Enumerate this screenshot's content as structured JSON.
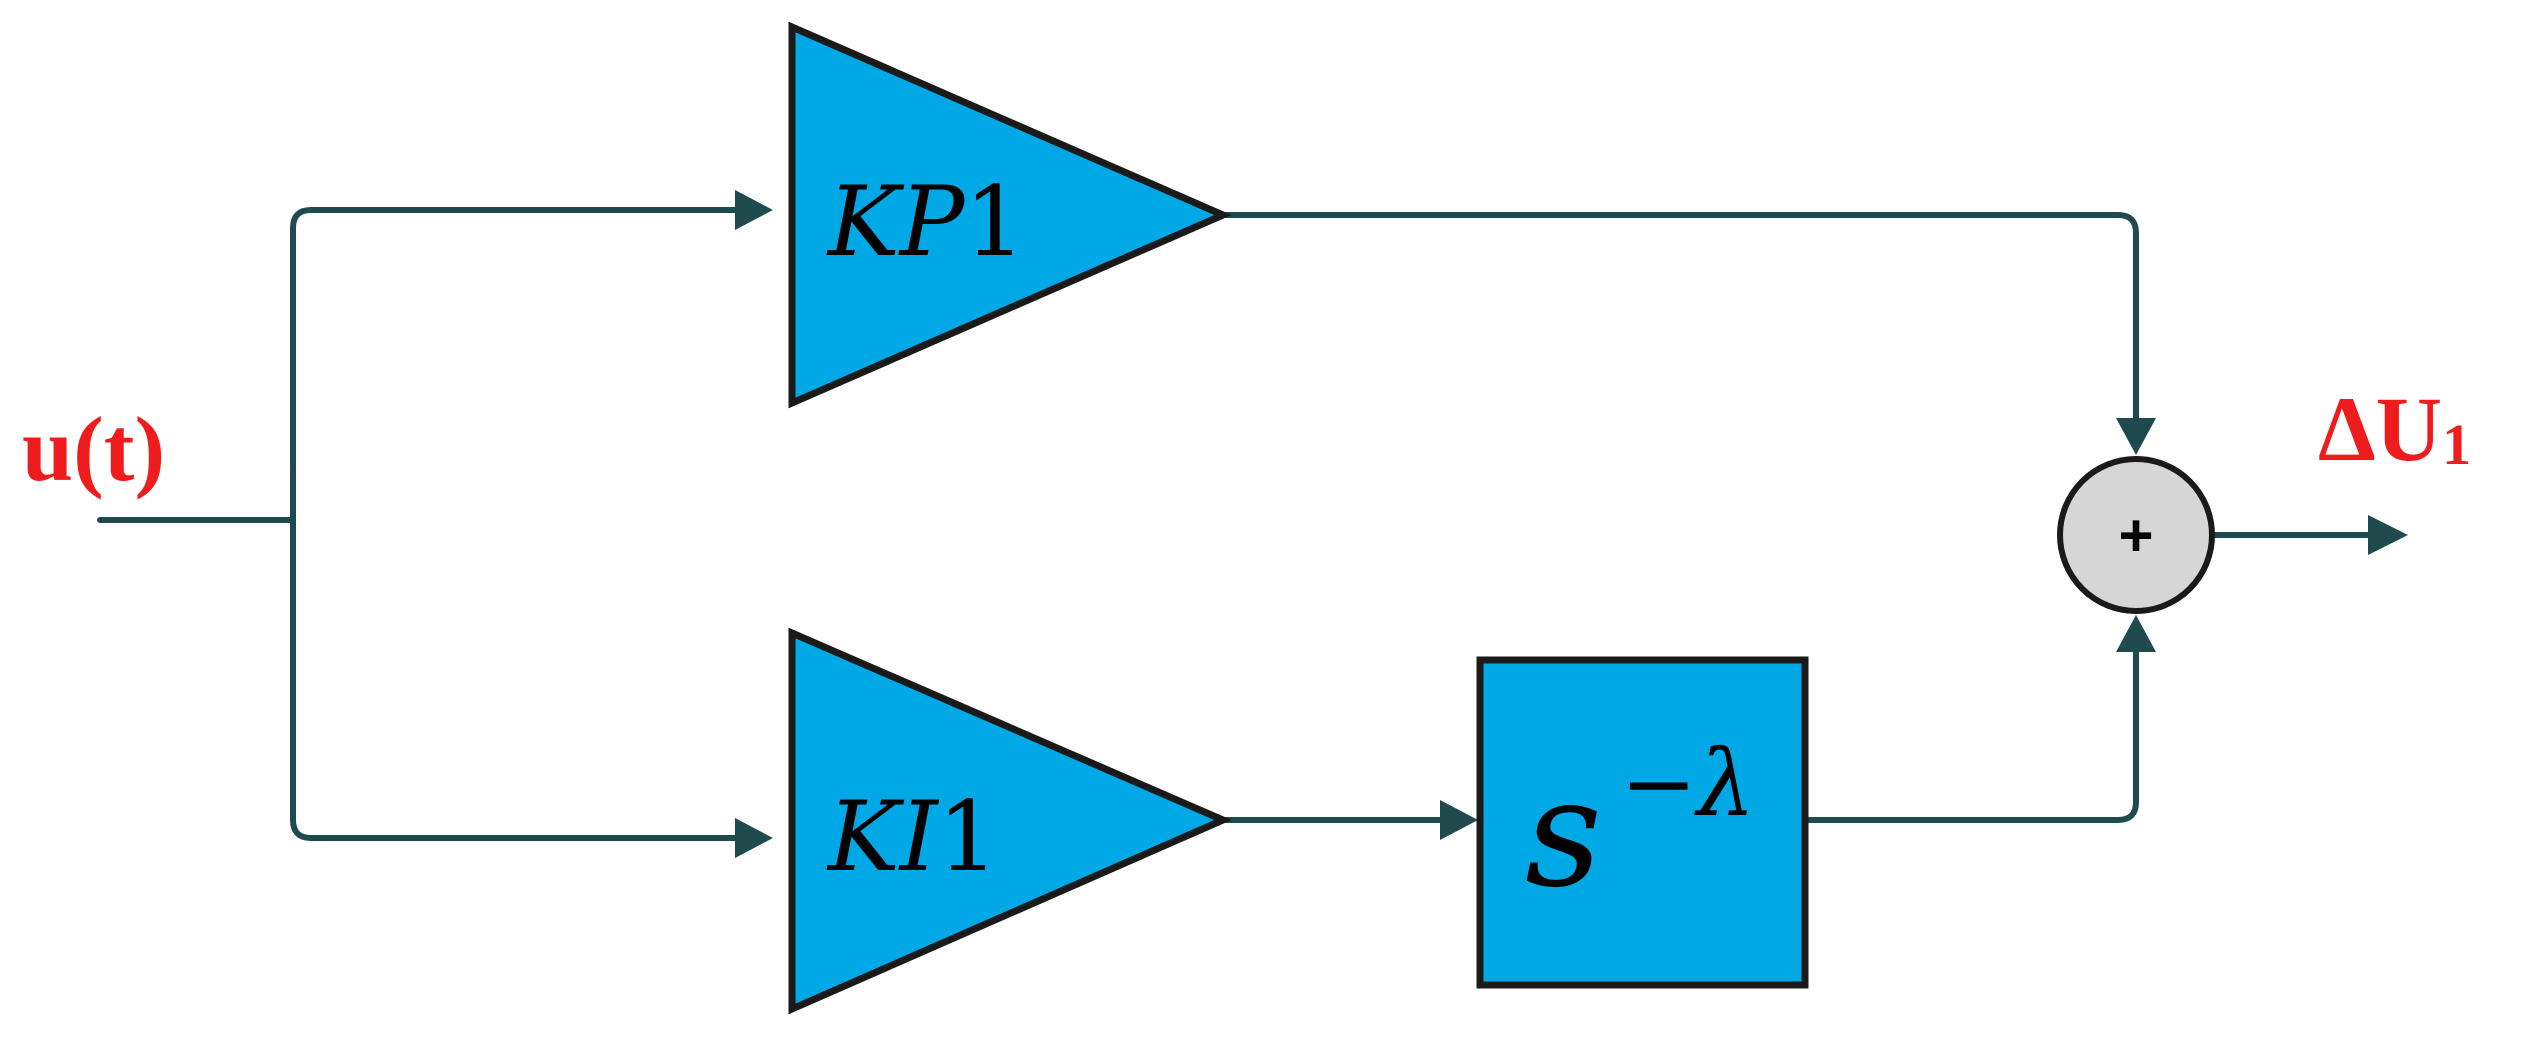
{
  "diagram": {
    "input_label": "u(t)",
    "output_label_main": "ΔU",
    "output_label_sub": "1",
    "label_color": "#ee1c1c",
    "wire_color": "#1f4a4e",
    "block_color": "#00a9e6",
    "sum_color": "#d6d6d6",
    "blocks": {
      "gain_p": {
        "var": "KP",
        "num": "1"
      },
      "gain_i": {
        "var": "KI",
        "num": "1"
      },
      "fractional": {
        "base": "s",
        "exponent": "−λ"
      },
      "sum": {
        "sign": "+"
      }
    }
  }
}
